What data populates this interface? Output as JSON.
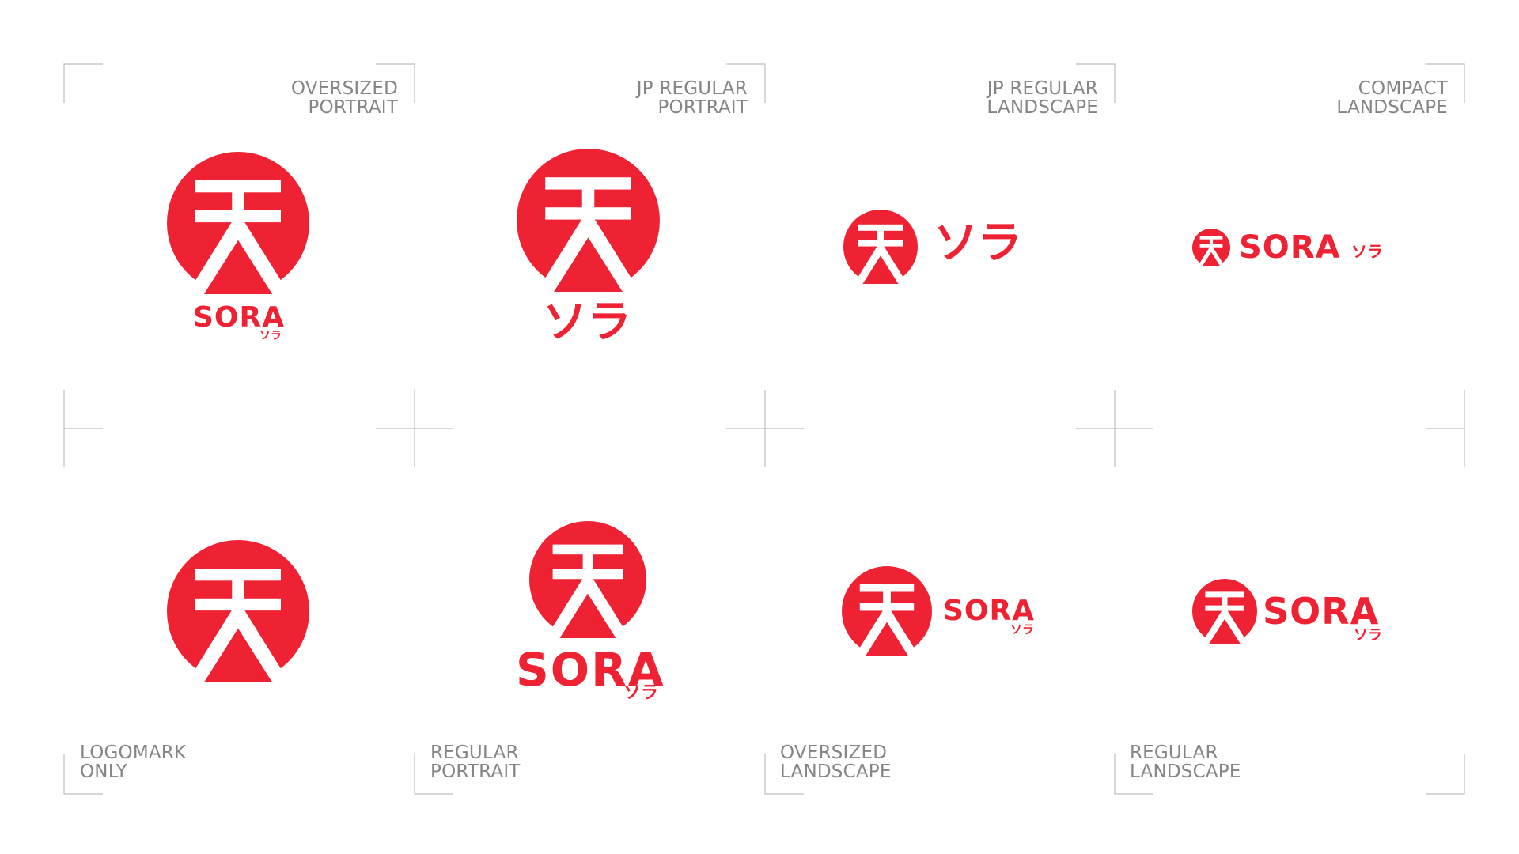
{
  "brand": {
    "name": "SORA",
    "kana": "ソラ",
    "mark_glyph": "天",
    "color": "#ee2233",
    "background": "#ffffff"
  },
  "variants": [
    {
      "id": "oversized-portrait",
      "label_line1": "OVERSIZED",
      "label_line2": "PORTRAIT"
    },
    {
      "id": "jp-regular-portrait",
      "label_line1": "JP REGULAR",
      "label_line2": "PORTRAIT"
    },
    {
      "id": "jp-regular-landscape",
      "label_line1": "JP REGULAR",
      "label_line2": "LANDSCAPE"
    },
    {
      "id": "compact-landscape",
      "label_line1": "COMPACT",
      "label_line2": "LANDSCAPE"
    },
    {
      "id": "logomark-only",
      "label_line1": "LOGOMARK",
      "label_line2": "ONLY"
    },
    {
      "id": "regular-portrait",
      "label_line1": "REGULAR",
      "label_line2": "PORTRAIT"
    },
    {
      "id": "oversized-landscape",
      "label_line1": "OVERSIZED",
      "label_line2": "LANDSCAPE"
    },
    {
      "id": "regular-landscape",
      "label_line1": "REGULAR",
      "label_line2": "LANDSCAPE"
    }
  ]
}
